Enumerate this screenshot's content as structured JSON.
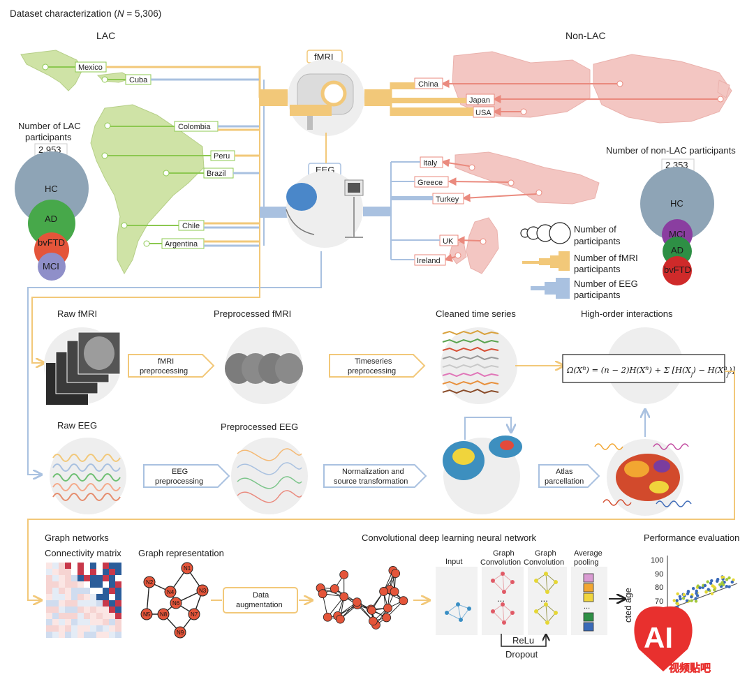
{
  "header": {
    "title": "Dataset characterization (",
    "title_n": "N",
    "title_tail": " = 5,306)"
  },
  "regions": {
    "lac": "LAC",
    "non_lac": "Non-LAC"
  },
  "modalities": {
    "fmri": "fMRI",
    "eeg": "EEG"
  },
  "lac_countries": [
    "Mexico",
    "Cuba",
    "Colombia",
    "Peru",
    "Brazil",
    "Chile",
    "Argentina"
  ],
  "non_lac_fmri_countries": [
    "China",
    "Japan",
    "USA"
  ],
  "non_lac_eeg_countries": [
    "Italy",
    "Greece",
    "Turkey",
    "UK",
    "Ireland"
  ],
  "lac_participants": {
    "label_line1": "Number of LAC",
    "label_line2": "participants",
    "total": "2,953",
    "groups": [
      "HC",
      "AD",
      "bvFTD",
      "MCI"
    ]
  },
  "non_lac_participants": {
    "label": "Number of non-LAC participants",
    "total": "2,353",
    "groups": [
      "HC",
      "MCI",
      "AD",
      "bvFTD"
    ]
  },
  "legend": {
    "participants_1": "Number of",
    "participants_2": "participants",
    "fmri_1": "Number of fMRI",
    "fmri_2": "participants",
    "eeg_1": "Number of EEG",
    "eeg_2": "participants"
  },
  "pipeline_fmri": {
    "raw": "Raw fMRI",
    "preprocessed": "Preprocessed  fMRI",
    "cleaned": "Cleaned time series",
    "hoi": "High-order interactions",
    "step1_1": "fMRI",
    "step1_2": "preprocessing",
    "step2_1": "Timeseries",
    "step2_2": "preprocessing"
  },
  "pipeline_eeg": {
    "raw": "Raw EEG",
    "preprocessed": "Preprocessed EEG",
    "step1_1": "EEG",
    "step1_2": "preprocessing",
    "step2_1": "Normalization and",
    "step2_2": "source transformation",
    "step3_1": "Atlas",
    "step3_2": "parcellation"
  },
  "graph": {
    "networks": "Graph networks",
    "connectivity": "Connectivity matrix",
    "representation": "Graph representation",
    "augment_1": "Data",
    "augment_2": "augmentation",
    "cnn": "Convolutional deep learning neural network",
    "input": "Input",
    "gc1_1": "Graph",
    "gc1_2": "Convolution",
    "gc2_1": "Graph",
    "gc2_2": "Convolution",
    "pool_1": "Average",
    "pool_2": "pooling",
    "relu": "ReLu",
    "dropout": "Dropout",
    "dots": "...",
    "node": "N",
    "nodes": [
      "1",
      "2",
      "3",
      "4",
      "5",
      "6",
      "7",
      "8",
      "9"
    ]
  },
  "performance": {
    "title": "Performance evaluation",
    "ylabel": "cted age",
    "ticks": [
      "100",
      "90",
      "80",
      "70"
    ]
  },
  "watermark": {
    "big": "AI",
    "small": "视频贴吧"
  },
  "colors": {
    "lac_map": "#cfe3a6",
    "nonlac_map": "#f3c6c2",
    "fmri": "#f2c879",
    "eeg": "#a9c1e0",
    "hc": "#8ea4b6",
    "ad": "#47a84a",
    "bvftd": "#e4553a",
    "mci": "#8f8fc9",
    "mci_nonlac": "#8a3ea0",
    "bvftd_nonlac": "#cf2a2a",
    "ad_nonlac": "#2e8f45",
    "arrow_green": "#8cc850",
    "arrow_red": "#ea8a7e"
  }
}
